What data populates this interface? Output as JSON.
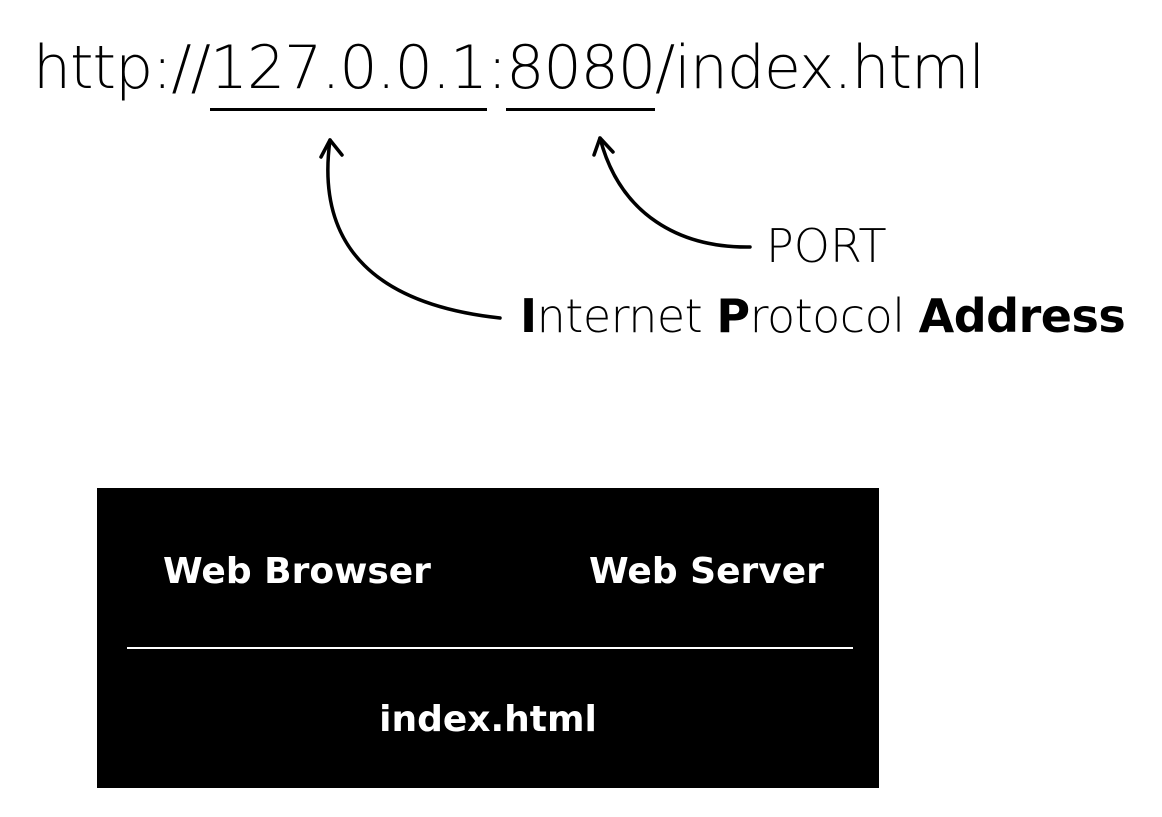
{
  "url": {
    "scheme": "http://",
    "host": "127.0.0.1",
    "separator": ":",
    "port": "8080",
    "path": "/index.html"
  },
  "annotations": {
    "port_label": "PORT",
    "ip_label": {
      "i_initial": "I",
      "i_rest": "nternet ",
      "p_initial": "P",
      "p_rest": "rotocol ",
      "address": "Address"
    }
  },
  "box": {
    "browser_label": "Web Browser",
    "server_label": "Web Server",
    "file_label": "index.html"
  }
}
